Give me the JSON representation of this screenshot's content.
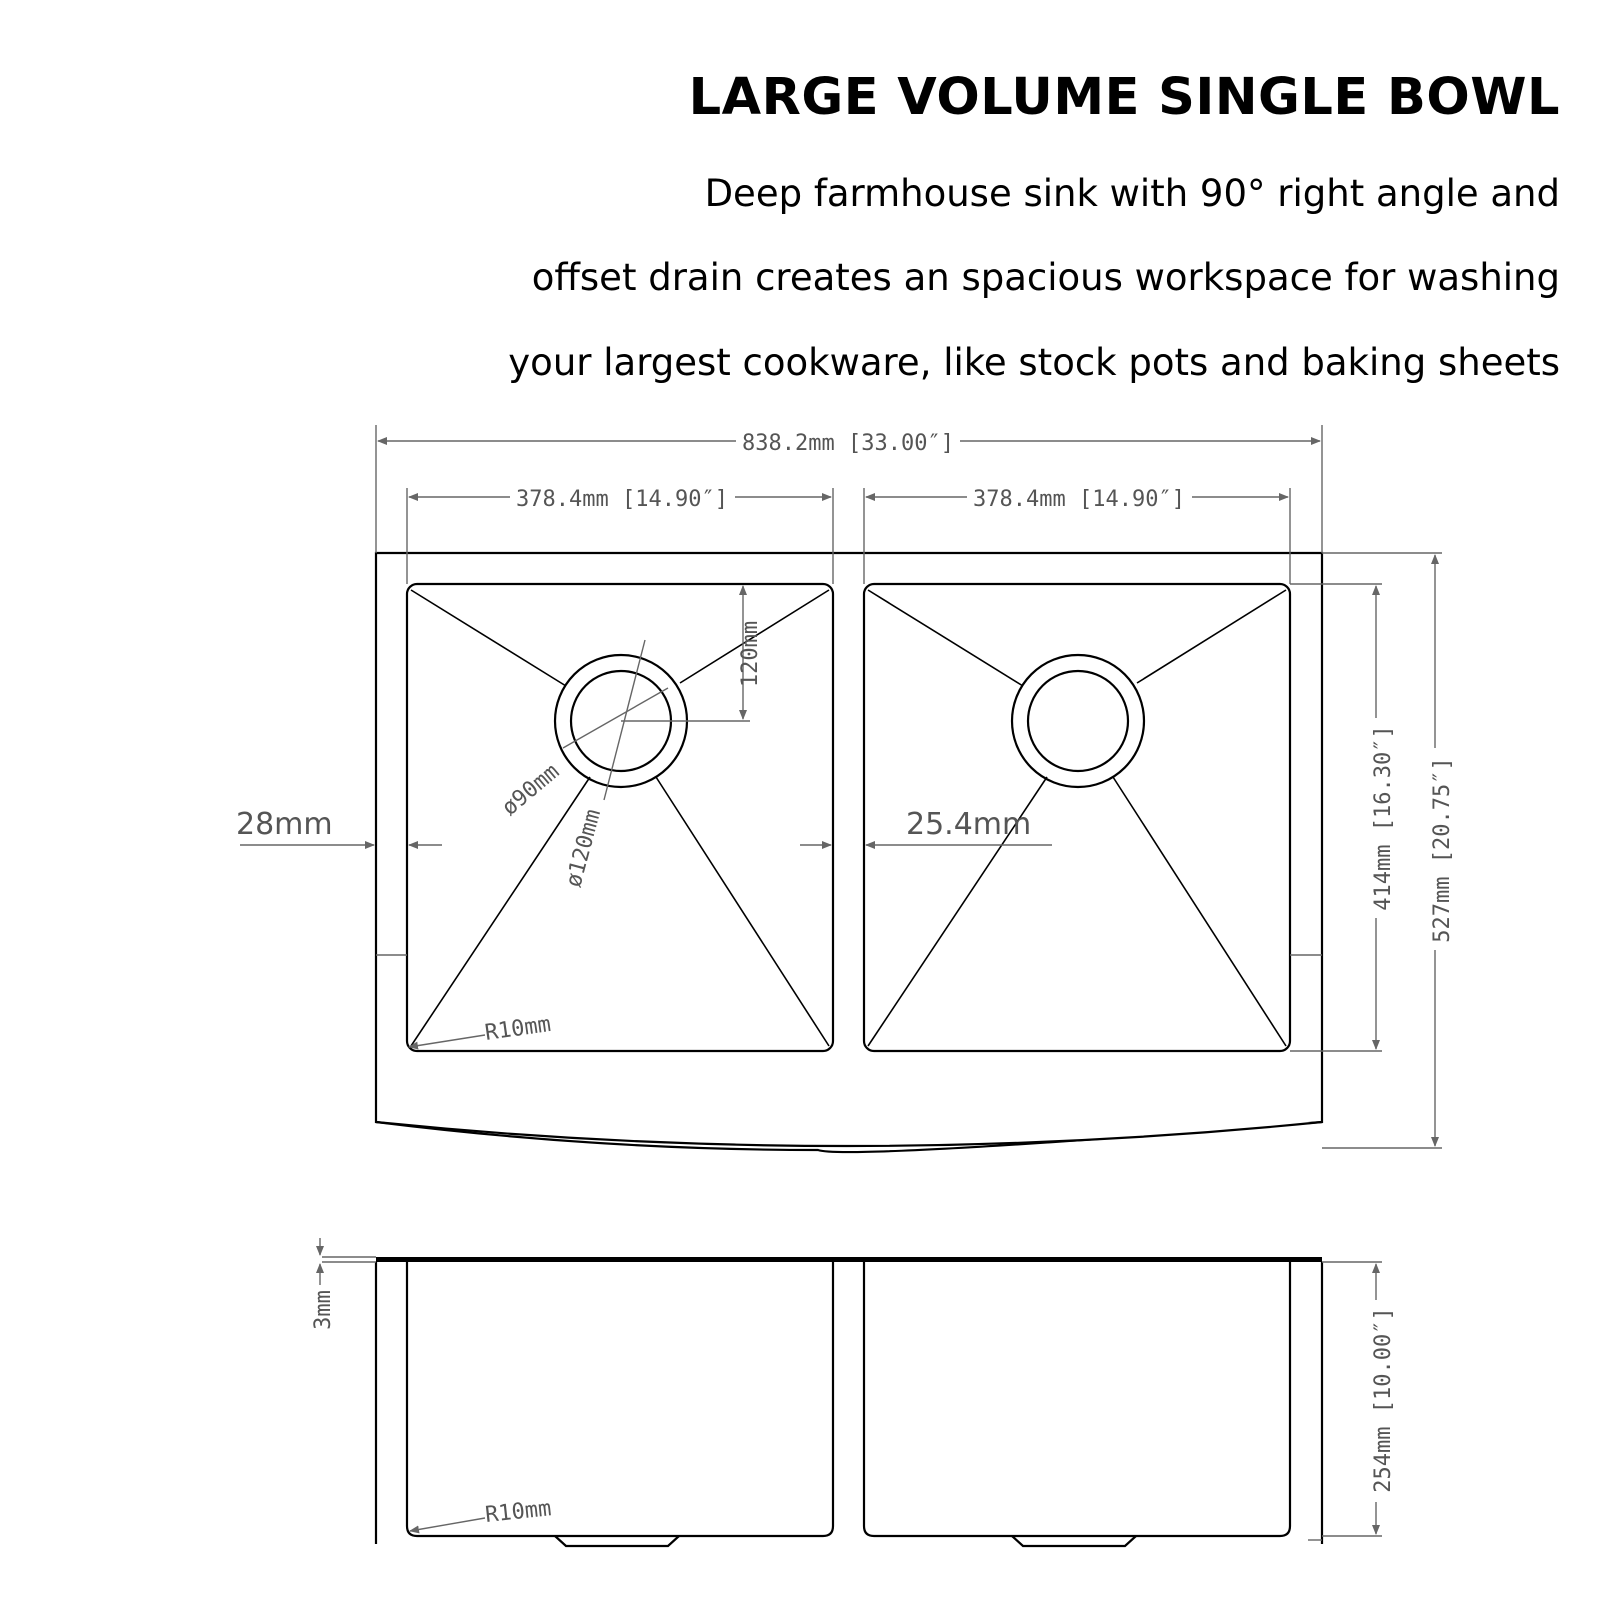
{
  "header": {
    "title": "LARGE VOLUME SINGLE BOWL",
    "description_lines": [
      "Deep farmhouse sink with 90° right angle and",
      "offset drain creates an spacious workspace for washing",
      "your largest cookware, like stock pots and baking sheets"
    ]
  },
  "dimensions": {
    "overall_width": "838.2mm [33.00″]",
    "left_bowl_width": "378.4mm [14.90″]",
    "right_bowl_width": "378.4mm [14.90″]",
    "drain_offset": "120mm",
    "drain_diameter_inner": "ø90mm",
    "drain_diameter_outer": "ø120mm",
    "wall_gap_left": "28mm",
    "center_divider": "25.4mm",
    "corner_radius_top": "R10mm",
    "bowl_length": "414mm [16.30″]",
    "overall_length": "527mm [20.75″]",
    "rim_thickness": "3mm",
    "bowl_depth": "254mm [10.00″]",
    "corner_radius_side": "R10mm"
  }
}
